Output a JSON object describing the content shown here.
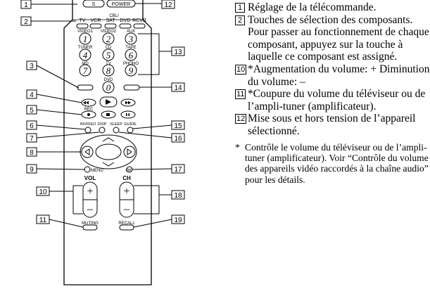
{
  "figure": {
    "callouts": [
      "1",
      "2",
      "3",
      "4",
      "5",
      "6",
      "7",
      "8",
      "9",
      "10",
      "11",
      "12",
      "13",
      "14",
      "15",
      "16",
      "17",
      "18",
      "19"
    ],
    "top_buttons": {
      "s": "S",
      "power": "POWER"
    },
    "selector_row": [
      "TV",
      "VCR",
      "SAT",
      "DVD",
      "RCVR"
    ],
    "cbl_label": "CBL/",
    "keypad_top_labels": [
      "VIDEO1",
      "VIDEO2",
      "AUX"
    ],
    "keypad_mid_labels": [
      "TUNER",
      "CD",
      "TAPE"
    ],
    "keypad_low_labels": [
      "MD",
      "TV",
      "PHONO"
    ],
    "keypad_digits": [
      "1",
      "2",
      "3",
      "4",
      "5",
      "6",
      "7",
      "8",
      "9"
    ],
    "dvd_label": "DVD",
    "zero_digit": "0",
    "rec_label": "REC",
    "func_row": [
      "INVIDEO",
      "DISP",
      "SLEEP",
      "GUIDE"
    ],
    "menu_label": "MENU",
    "ok_label": "OK",
    "vol_label": "VOL",
    "ch_label": "CH",
    "plus": "+",
    "minus": "–",
    "muting_label": "MUTING",
    "recall_label": "RECALL"
  },
  "legend": {
    "items": [
      {
        "num": "1",
        "text": "Réglage de la télécommande."
      },
      {
        "num": "2",
        "text": "Touches de sélection des composants. Pour passer au fonctionnement de chaque composant, appuyez sur la touche à laquelle ce composant est assigné."
      },
      {
        "num": "10",
        "text": "*Augmentation du volume: + Diminution du volume: –"
      },
      {
        "num": "11",
        "text": "*Coupure du volume du téléviseur ou de l’ampli-tuner (amplificateur)."
      },
      {
        "num": "12",
        "text": "Mise sous et hors tension de l’appareil sélectionné."
      }
    ],
    "footnote_marker": "*",
    "footnote": "Contrôle le volume du téléviseur ou de l’ampli-tuner (amplificateur). Voir “Contrôle du volume des appareils vidéo raccordés à la chaîne audio” pour les détails."
  }
}
